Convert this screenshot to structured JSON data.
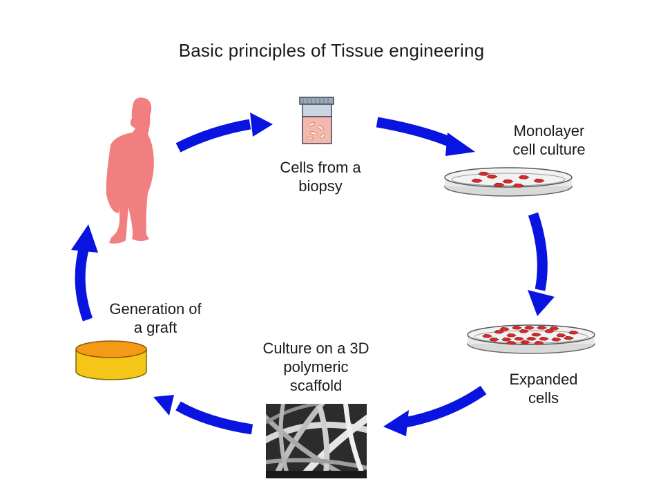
{
  "title": "Basic principles of Tissue engineering",
  "colors": {
    "arrow": "#0a14e0",
    "person": "#f27f7f",
    "graft_side": "#f5c518",
    "graft_top": "#f49a16",
    "cells": "#d42a2a",
    "dish": "#e4e4e4",
    "vial_cap": "#a9bccb",
    "vial_body": "#f4b8b0"
  },
  "steps": [
    {
      "id": "patient",
      "icon": "person-silhouette-icon",
      "label": ""
    },
    {
      "id": "biopsy",
      "icon": "biopsy-vial-icon",
      "label": "Cells from a biopsy",
      "lines": [
        "Cells from a",
        "biopsy"
      ]
    },
    {
      "id": "monolayer",
      "icon": "petri-dish-icon",
      "label": "Monolayer cell culture",
      "lines": [
        "Monolayer",
        "cell culture"
      ]
    },
    {
      "id": "expanded",
      "icon": "petri-dish-dense-icon",
      "label": "Expanded cells",
      "lines": [
        "Expanded",
        "cells"
      ]
    },
    {
      "id": "scaffold",
      "icon": "scaffold-micrograph-icon",
      "label": "Culture on a 3D polymeric scaffold",
      "lines": [
        "Culture on a 3D",
        "polymeric",
        "scaffold"
      ]
    },
    {
      "id": "graft",
      "icon": "graft-cylinder-icon",
      "label": "Generation of a graft",
      "lines": [
        "Generation of",
        "a graft"
      ]
    }
  ]
}
